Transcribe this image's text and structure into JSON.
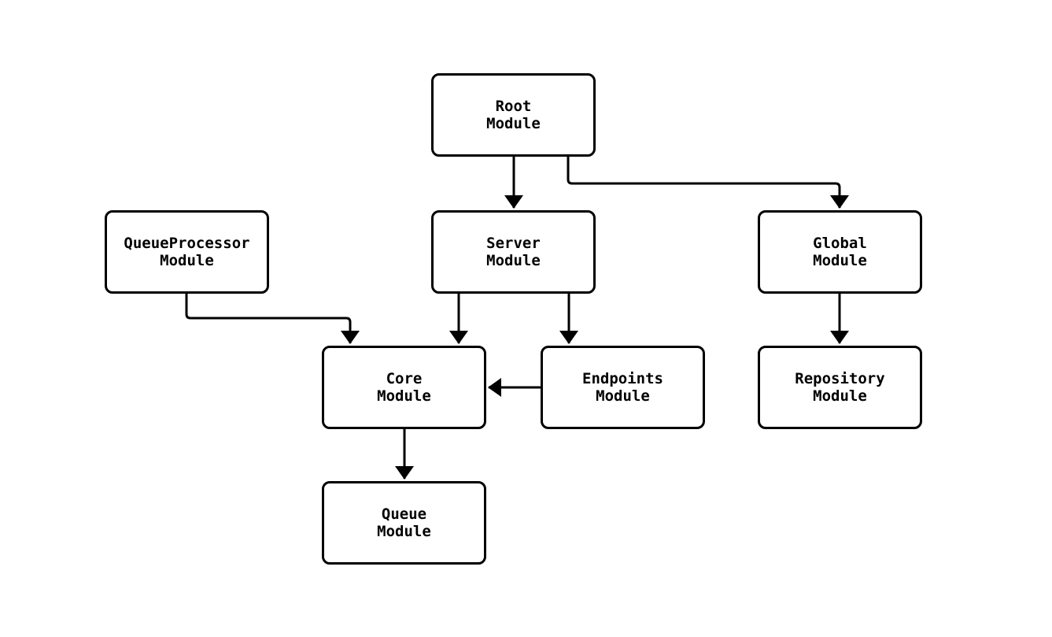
{
  "diagram": {
    "type": "flowchart",
    "description": "Module dependency diagram, top-down, black outlined rounded boxes with arrows on white background",
    "nodes": {
      "root": {
        "line1": "Root",
        "line2": "Module"
      },
      "queueprocessor": {
        "line1": "QueueProcessor",
        "line2": "Module"
      },
      "server": {
        "line1": "Server",
        "line2": "Module"
      },
      "global": {
        "line1": "Global",
        "line2": "Module"
      },
      "core": {
        "line1": "Core",
        "line2": "Module"
      },
      "endpoints": {
        "line1": "Endpoints",
        "line2": "Module"
      },
      "repository": {
        "line1": "Repository",
        "line2": "Module"
      },
      "queue": {
        "line1": "Queue",
        "line2": "Module"
      }
    },
    "edges": [
      {
        "from": "Root Module",
        "to": "Server Module"
      },
      {
        "from": "Root Module",
        "to": "Global Module"
      },
      {
        "from": "QueueProcessor Module",
        "to": "Core Module"
      },
      {
        "from": "Server Module",
        "to": "Core Module"
      },
      {
        "from": "Server Module",
        "to": "Endpoints Module"
      },
      {
        "from": "Global Module",
        "to": "Repository Module"
      },
      {
        "from": "Endpoints Module",
        "to": "Core Module"
      },
      {
        "from": "Core Module",
        "to": "Queue Module"
      }
    ],
    "colors": {
      "background": "#ffffff",
      "box_fill": "#ffffff",
      "box_border": "#000000",
      "line": "#000000",
      "text": "#000000"
    }
  }
}
